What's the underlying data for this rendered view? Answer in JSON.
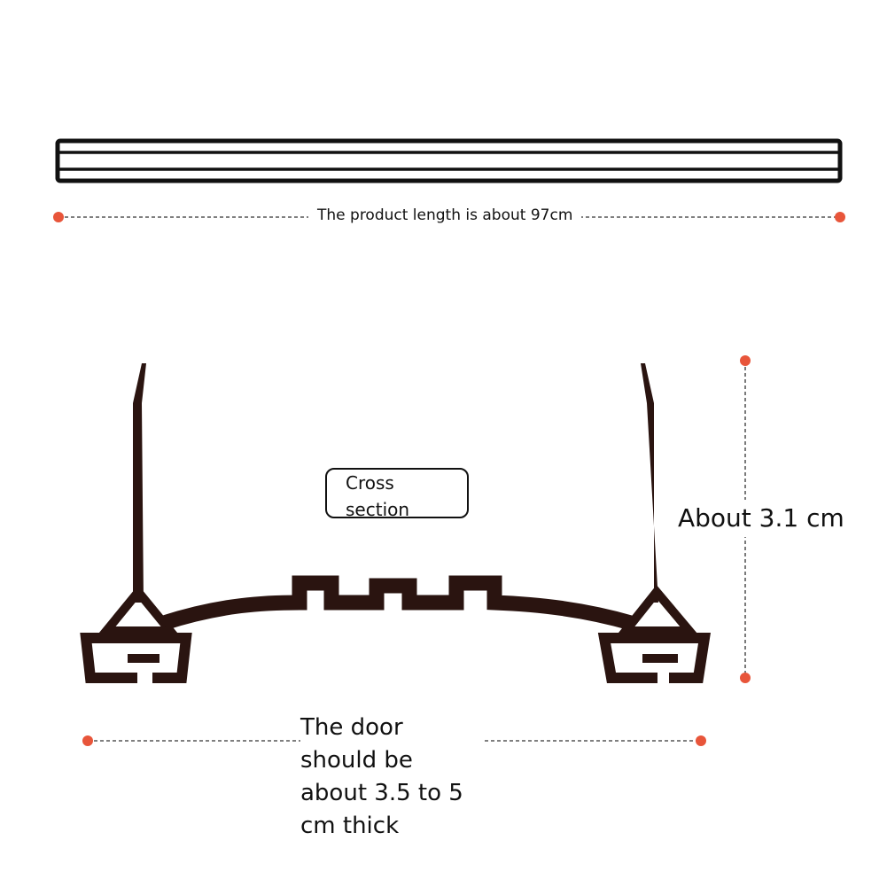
{
  "length_dimension": {
    "text": "The product length is about 97cm"
  },
  "cross_section": {
    "label": "Cross section"
  },
  "height_dimension": {
    "text": "About 3.1 cm"
  },
  "door_dimension": {
    "text": "The door should be about 3.5 to 5 cm thick"
  },
  "colors": {
    "outline": "#111111",
    "profile": "#2a1410",
    "marker": "#e8553a",
    "dash": "#333333"
  }
}
